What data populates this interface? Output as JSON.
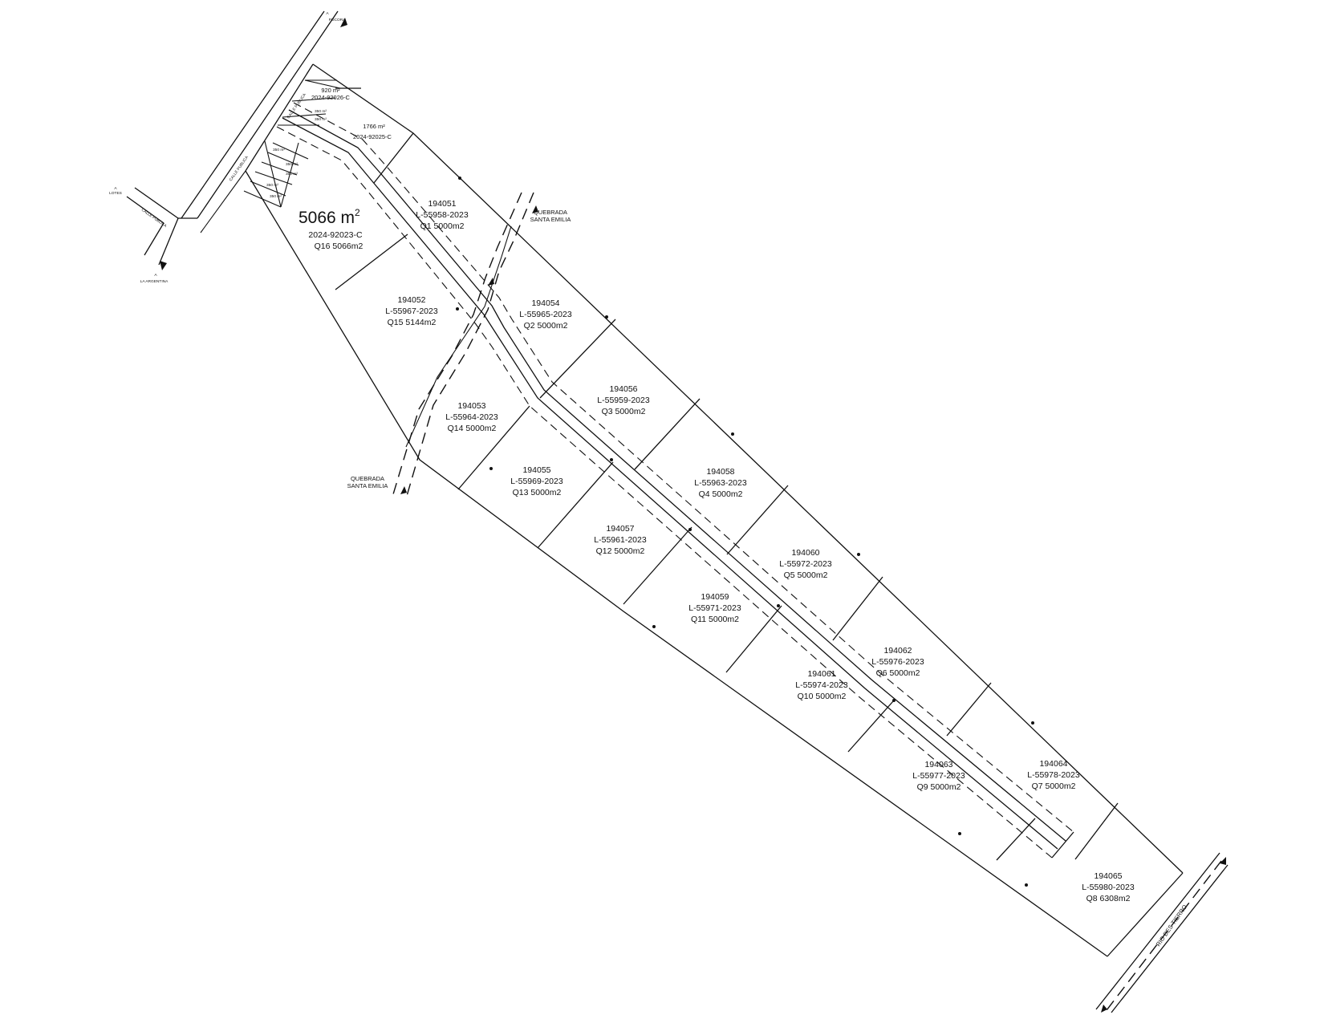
{
  "lots": [
    {
      "num": "194051",
      "file": "L-55958-2023",
      "area": "Q1 5000m2"
    },
    {
      "num": "194052",
      "file": "L-55967-2023",
      "area": "Q15 5144m2"
    },
    {
      "num": "194053",
      "file": "L-55964-2023",
      "area": "Q14 5000m2"
    },
    {
      "num": "194054",
      "file": "L-55965-2023",
      "area": "Q2 5000m2"
    },
    {
      "num": "194055",
      "file": "L-55969-2023",
      "area": "Q13 5000m2"
    },
    {
      "num": "194056",
      "file": "L-55959-2023",
      "area": "Q3 5000m2"
    },
    {
      "num": "194057",
      "file": "L-55961-2023",
      "area": "Q12 5000m2"
    },
    {
      "num": "194058",
      "file": "L-55963-2023",
      "area": "Q4 5000m2"
    },
    {
      "num": "194059",
      "file": "L-55971-2023",
      "area": "Q11 5000m2"
    },
    {
      "num": "194060",
      "file": "L-55972-2023",
      "area": "Q5 5000m2"
    },
    {
      "num": "194061",
      "file": "L-55974-2023",
      "area": "Q10 5000m2"
    },
    {
      "num": "194062",
      "file": "L-55976-2023",
      "area": "Q6 5000m2"
    },
    {
      "num": "194063",
      "file": "L-55977-2023",
      "area": "Q9 5000m2"
    },
    {
      "num": "194064",
      "file": "L-55978-2023",
      "area": "Q7 5000m2"
    },
    {
      "num": "194065",
      "file": "L-55980-2023",
      "area": "Q8 6308m2"
    }
  ],
  "highlight": {
    "area": "5066 m",
    "sup": "2",
    "file": "2024-92023-C",
    "q": "Q16 5066m2"
  },
  "small_lots": [
    {
      "area": "920 m²",
      "file": "2024-92026-C"
    },
    {
      "area": "1766 m²",
      "file": "2024-92025-C"
    }
  ],
  "creek": "QUEBRADA",
  "creek2": "SANTA EMILIA",
  "river": "RIO DES TIERRO"
}
